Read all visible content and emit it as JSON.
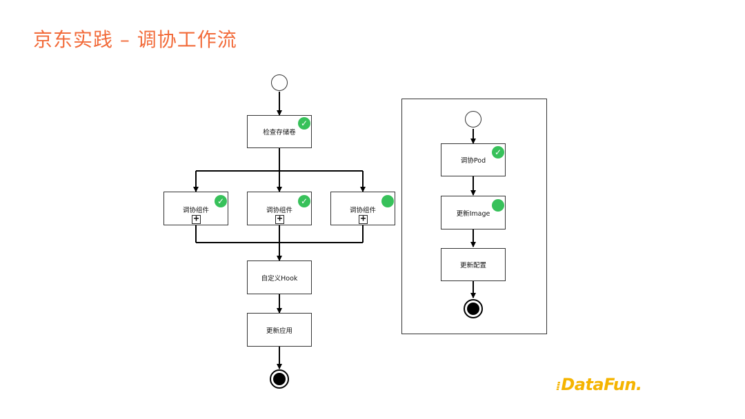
{
  "slide": {
    "title": "京东实践 – 调协工作流"
  },
  "main_flow": {
    "step1": "检查存储卷",
    "components": [
      {
        "label": "调协组件",
        "status": "done"
      },
      {
        "label": "调协组件",
        "status": "done"
      },
      {
        "label": "调协组件",
        "status": "running"
      }
    ],
    "expand_symbol": "+",
    "step_hook": "自定义Hook",
    "step_update": "更新应用"
  },
  "sub_flow": {
    "step_pod": "调协Pod",
    "step_image": "更新Image",
    "step_config": "更新配置"
  },
  "status_icon": "✓",
  "colors": {
    "title": "#f26b3a",
    "status_green": "#37c15a",
    "logo": "#f5b400"
  },
  "logo": {
    "text": "DataFun."
  }
}
